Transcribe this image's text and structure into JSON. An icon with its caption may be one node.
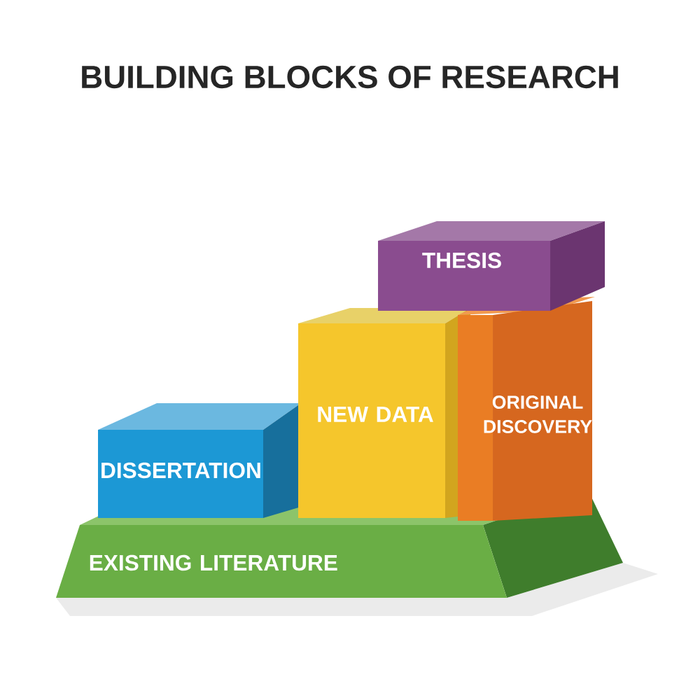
{
  "diagram": {
    "title": "BUILDING BLOCKS OF RESEARCH",
    "nodes": [
      {
        "text": [
          "EXISTING LITERATURE"
        ]
      },
      {
        "text": [
          "DISSERTATION"
        ]
      },
      {
        "text": [
          "NEW DATA"
        ]
      },
      {
        "text": [
          "ORIGINAL DISCOVERY"
        ]
      },
      {
        "text": [
          "THESIS"
        ]
      }
    ]
  }
}
